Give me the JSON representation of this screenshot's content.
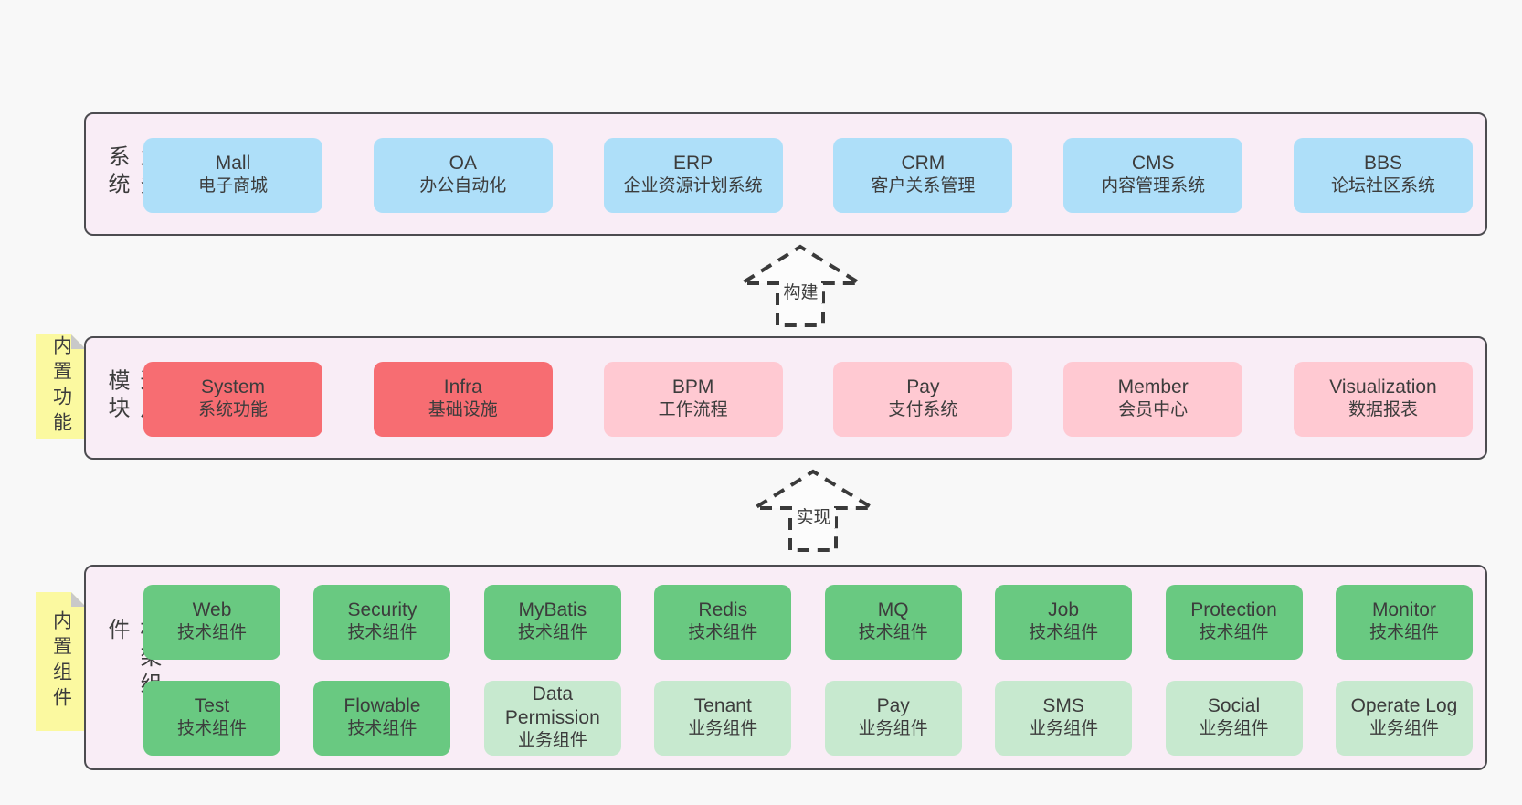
{
  "colors": {
    "page_bg": "#f8f8f8",
    "band_bg": "#f9edf6",
    "band_border": "#4c4c50",
    "box_blue": "#aedff9",
    "box_red": "#f76d72",
    "box_pink": "#ffc9d2",
    "box_green": "#69c981",
    "box_light_green": "#c7e9cf",
    "sticky_yellow": "#fbf9a0",
    "fold_gray": "#c9c9c9",
    "text": "#3c3c3c",
    "arrow_stroke": "#3a3a3a",
    "arrow_fill": "#fcfcfc"
  },
  "arrows": {
    "build": "构建",
    "implement": "实现"
  },
  "layers": {
    "business": {
      "label": "业务系统",
      "boxes": [
        {
          "name": "Mall",
          "desc": "电子商城"
        },
        {
          "name": "OA",
          "desc": "办公自动化"
        },
        {
          "name": "ERP",
          "desc": "企业资源计划系统"
        },
        {
          "name": "CRM",
          "desc": "客户关系管理"
        },
        {
          "name": "CMS",
          "desc": "内容管理系统"
        },
        {
          "name": "BBS",
          "desc": "论坛社区系统"
        }
      ]
    },
    "modules": {
      "label": "通用模块",
      "sticky": "内置功能",
      "boxes": [
        {
          "name": "System",
          "desc": "系统功能"
        },
        {
          "name": "Infra",
          "desc": "基础设施"
        },
        {
          "name": "BPM",
          "desc": "工作流程"
        },
        {
          "name": "Pay",
          "desc": "支付系统"
        },
        {
          "name": "Member",
          "desc": "会员中心"
        },
        {
          "name": "Visualization",
          "desc": "数据报表"
        }
      ]
    },
    "components": {
      "label": "框架组件",
      "sticky": "内置组件",
      "row1": [
        {
          "name": "Web",
          "desc": "技术组件"
        },
        {
          "name": "Security",
          "desc": "技术组件"
        },
        {
          "name": "MyBatis",
          "desc": "技术组件"
        },
        {
          "name": "Redis",
          "desc": "技术组件"
        },
        {
          "name": "MQ",
          "desc": "技术组件"
        },
        {
          "name": "Job",
          "desc": "技术组件"
        },
        {
          "name": "Protection",
          "desc": "技术组件"
        },
        {
          "name": "Monitor",
          "desc": "技术组件"
        }
      ],
      "row2": [
        {
          "name": "Test",
          "desc": "技术组件"
        },
        {
          "name": "Flowable",
          "desc": "技术组件"
        },
        {
          "name": "Data Permission",
          "desc": "业务组件"
        },
        {
          "name": "Tenant",
          "desc": "业务组件"
        },
        {
          "name": "Pay",
          "desc": "业务组件"
        },
        {
          "name": "SMS",
          "desc": "业务组件"
        },
        {
          "name": "Social",
          "desc": "业务组件"
        },
        {
          "name": "Operate Log",
          "desc": "业务组件"
        }
      ]
    }
  }
}
